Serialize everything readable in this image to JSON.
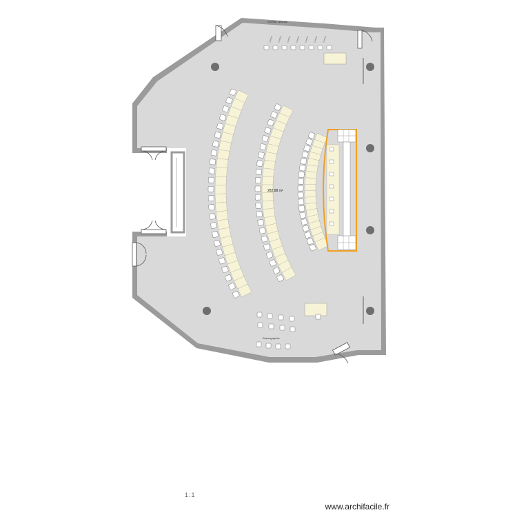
{
  "plan": {
    "area_label": "282.88 m²",
    "stage_label_top": "SCENE centrale",
    "stage_label_bottom": "Scenographie",
    "scale_label": "1:1"
  },
  "watermark": {
    "text": "www.archifacile.fr"
  },
  "colors": {
    "floor": "#d9d9d9",
    "wall": "#9b9b9b",
    "table": "#f7f3d6",
    "chair": "#ffffff",
    "stage_border": "#f0a020",
    "pillar": "#6e6e6e"
  },
  "icons": [
    "door-icon",
    "pillar-icon",
    "chair-icon",
    "table-icon"
  ]
}
